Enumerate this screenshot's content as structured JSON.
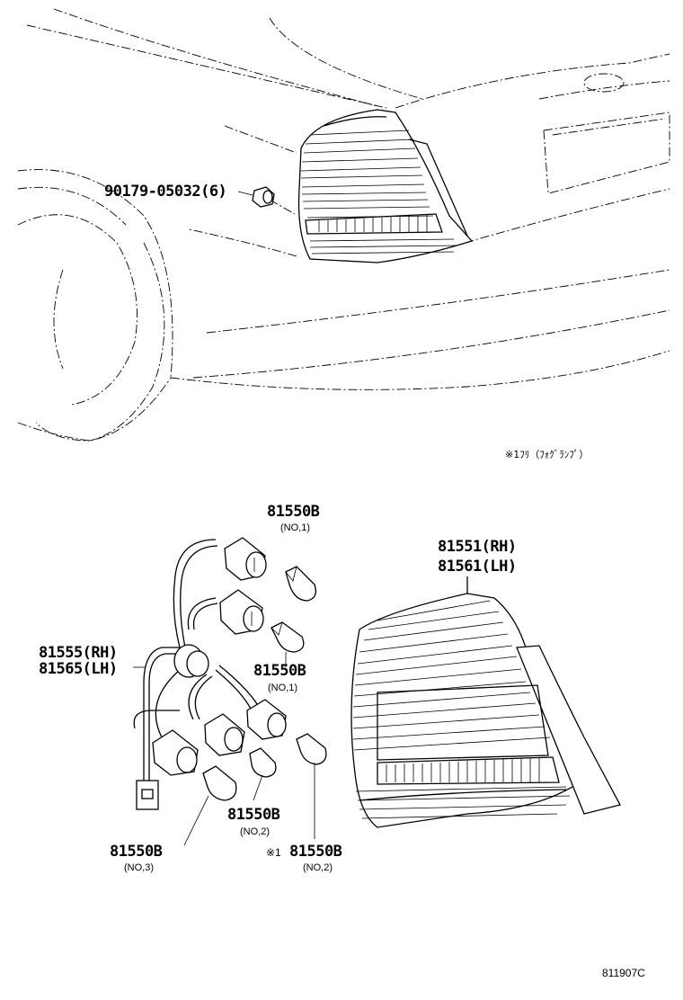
{
  "labels": {
    "screw": "90179-05032(6)",
    "bulb_top": "81550B",
    "bulb_top_sub": "(NO,1)",
    "lamp_rh": "81551(RH)",
    "lamp_lh": "81561(LH)",
    "socket_rh": "81555(RH)",
    "socket_lh": "81565(LH)",
    "bulb_mid": "81550B",
    "bulb_mid_sub": "(NO,1)",
    "bulb_low2": "81550B",
    "bulb_low2_sub": "(NO,2)",
    "bulb_no3": "81550B",
    "bulb_no3_sub": "(NO,3)",
    "bulb_fog_mark": "※1",
    "bulb_fog": "81550B",
    "bulb_fog_sub": "(NO,2)"
  },
  "footnote": "※1ﾌﾘ（ﾌｫｸﾞﾗﾝﾌﾟ）",
  "diagram_code": "811907C"
}
